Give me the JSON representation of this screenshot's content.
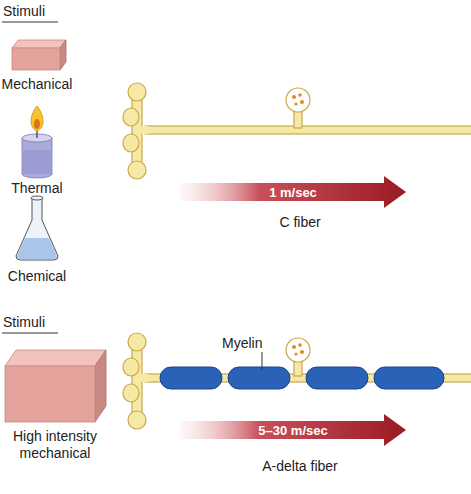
{
  "diagram": {
    "nodes": [
      {
        "text": [
          "1 m/sec"
        ]
      },
      {
        "text": [
          "5–30 m/sec"
        ]
      }
    ],
    "labels": [
      "Stimuli",
      "Mechanical",
      "Thermal",
      "Chemical",
      "C fiber",
      "Stimuli",
      "High intensity mechanical",
      "Myelin",
      "A-delta fiber"
    ]
  }
}
